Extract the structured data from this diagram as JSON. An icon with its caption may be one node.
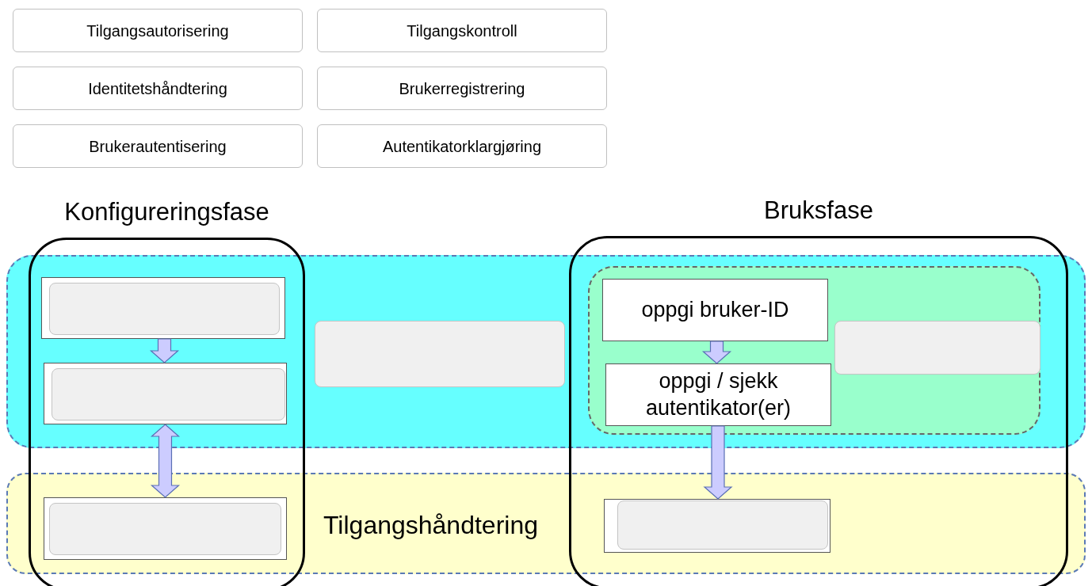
{
  "diagram": {
    "nodes": [
      {
        "text": [
          "Tilgangsautorisering"
        ]
      },
      {
        "text": [
          "Tilgangskontroll"
        ]
      },
      {
        "text": [
          "Identitetshåndtering"
        ]
      },
      {
        "text": [
          "Brukerregistrering"
        ]
      },
      {
        "text": [
          "Brukerautentisering"
        ]
      },
      {
        "text": [
          "Autentikatorklargjøring"
        ]
      },
      {
        "text": [],
        "shape": "box"
      },
      {
        "text": [
          "Konfigureringsfase"
        ]
      },
      {
        "text": [
          "Bruksfase"
        ]
      },
      {
        "text": [],
        "shape": "box"
      },
      {
        "text": [],
        "shape": "box",
        "in": 9
      },
      {
        "text": [],
        "shape": "box"
      },
      {
        "text": [],
        "shape": "box",
        "in": 11
      },
      {
        "text": [],
        "shape": "box",
        "in": 6
      },
      {
        "text": [],
        "shape": "box"
      },
      {
        "text": [
          "oppgi bruker-ID"
        ],
        "in": 14
      },
      {
        "text": [],
        "shape": "box",
        "in": 14
      },
      {
        "text": [
          "oppgi / sjekk autentikator(er)"
        ],
        "in": 14
      },
      {
        "text": [
          "Tilgangshåndtering"
        ]
      },
      {
        "text": [],
        "shape": "box"
      },
      {
        "text": [],
        "shape": "box",
        "in": 19
      },
      {
        "text": [],
        "shape": "box"
      },
      {
        "text": [],
        "shape": "box",
        "in": 21
      }
    ],
    "edges": [
      {
        "from": 9,
        "to": 11,
        "arrow": "to"
      },
      {
        "from": 11,
        "to": 19,
        "arrow": "both"
      },
      {
        "from": 15,
        "to": 17,
        "arrow": "to"
      },
      {
        "from": 17,
        "to": 21,
        "arrow": "to"
      }
    ]
  }
}
